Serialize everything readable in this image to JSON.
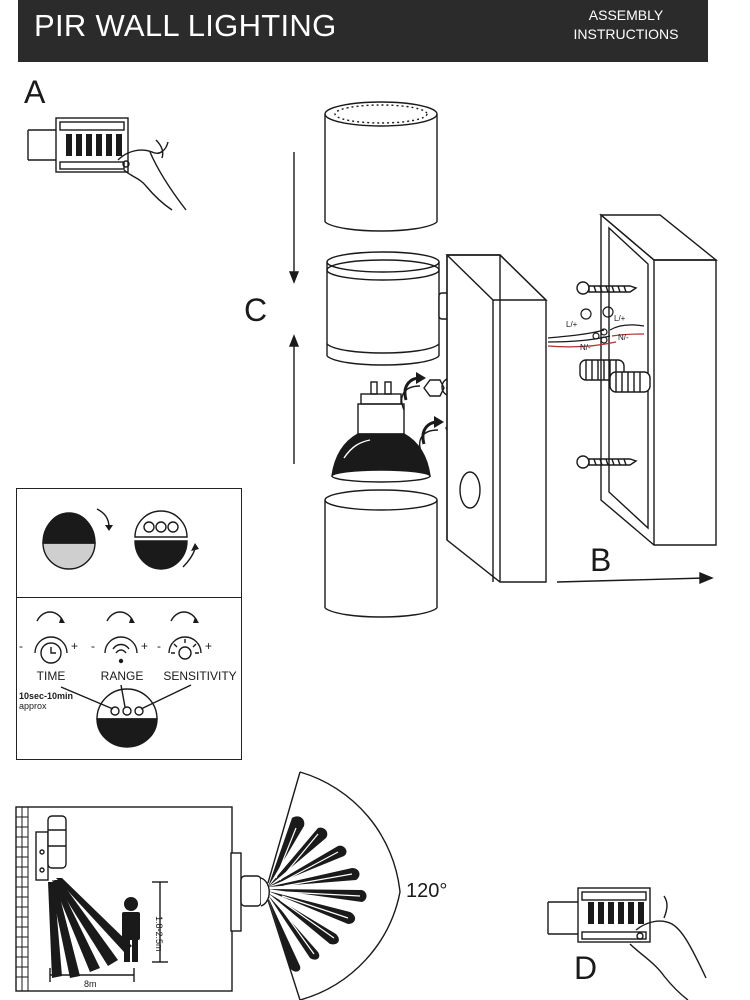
{
  "header": {
    "title": "PIR WALL LIGHTING",
    "subtitle_line1": "ASSEMBLY",
    "subtitle_line2": "INSTRUCTIONS"
  },
  "steps": {
    "a": "A",
    "b": "B",
    "c": "C",
    "d": "D"
  },
  "wiring": {
    "live": "L/+",
    "neutral": "N/-"
  },
  "controls": {
    "time": "TIME",
    "range": "RANGE",
    "sensitivity": "SENSITIVITY",
    "plus": "+",
    "minus": "-",
    "time_range": "10sec-10min",
    "approx": "approx"
  },
  "detection": {
    "height": "1.8-2.5m",
    "distance": "8m",
    "angle": "120°"
  }
}
